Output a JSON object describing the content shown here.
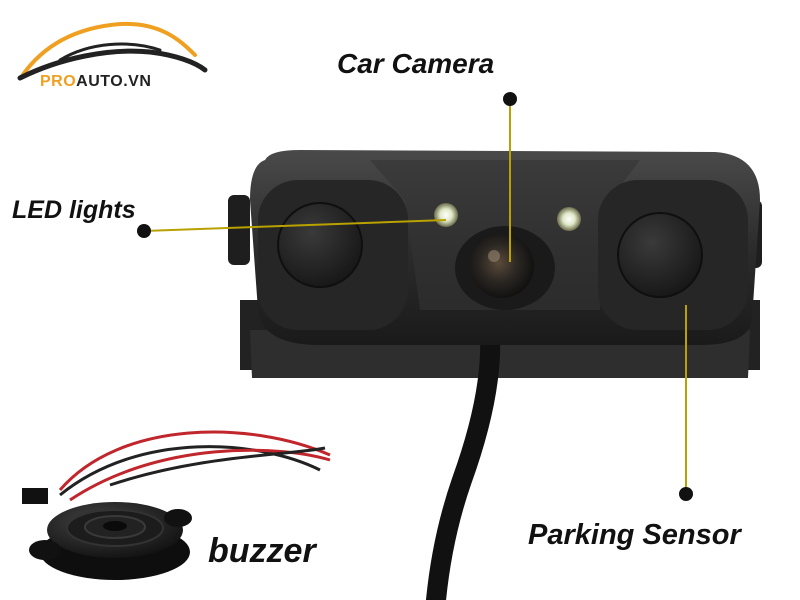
{
  "logo": {
    "prefix": "PRO",
    "suffix": "AUTO.VN",
    "accent_color": "#f0a020"
  },
  "labels": {
    "car_camera": "Car Camera",
    "led_lights": "LED lights",
    "parking_sensor": "Parking Sensor",
    "buzzer": "buzzer"
  },
  "colors": {
    "callout_line": "#b8a100",
    "body": "#2a2a2a",
    "wire_red": "#c0262c"
  }
}
